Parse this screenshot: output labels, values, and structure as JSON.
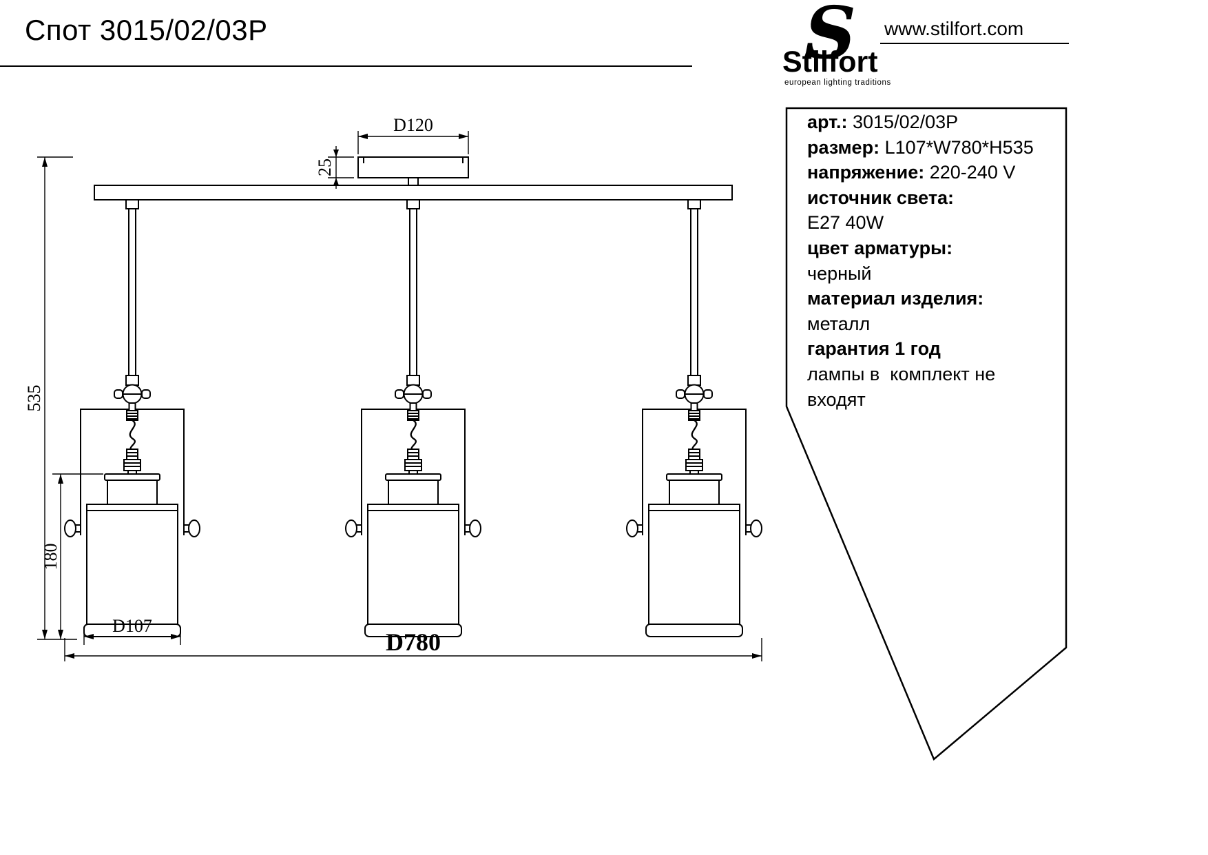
{
  "header": {
    "title": "Спот 3015/02/03P"
  },
  "logo": {
    "s_glyph": "S",
    "brand": "Stilfort",
    "tagline": "european lighting traditions",
    "url": "www.stilfort.com"
  },
  "specs": {
    "lines": [
      {
        "label": "арт.:",
        "value": " 3015/02/03P"
      },
      {
        "label": "размер:",
        "value": " L107*W780*H535"
      },
      {
        "label": "напряжение:",
        "value": " 220-240 V"
      },
      {
        "label": "источник света:",
        "value": ""
      },
      {
        "label": "",
        "value": "E27 40W"
      },
      {
        "label": "цвет арматуры:",
        "value": ""
      },
      {
        "label": "",
        "value": "черный"
      },
      {
        "label": "материал изделия:",
        "value": ""
      },
      {
        "label": "",
        "value": "металл"
      },
      {
        "label": "гарантия 1 год",
        "value": ""
      },
      {
        "label": "",
        "value": "лампы в  комплект не входят"
      }
    ]
  },
  "drawing": {
    "dims": {
      "d120": "D120",
      "mount_height": "25",
      "total_height": "535",
      "shade_height": "180",
      "shade_diameter": "D107",
      "total_width": "D780"
    }
  },
  "colors": {
    "line": "#000000",
    "text": "#000000",
    "background": "#ffffff"
  }
}
